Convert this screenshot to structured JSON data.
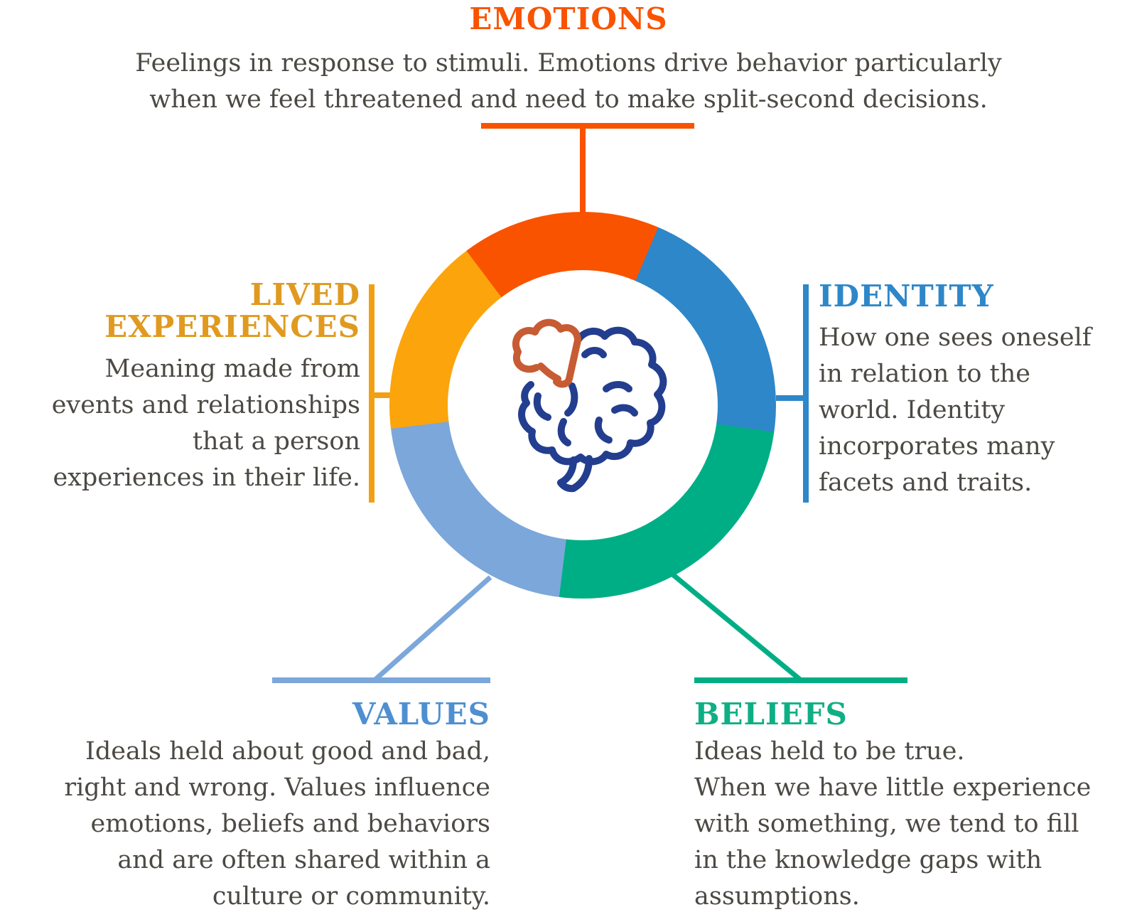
{
  "page": {
    "background_color": "#FFFFFF",
    "body_text_color": "#4C4944"
  },
  "diagram": {
    "wheel": {
      "inner_circle_color": "#FFFFFF",
      "segments": [
        {
          "label": "emotions",
          "color": "#F95300",
          "start": -37,
          "end": 23
        },
        {
          "label": "identity",
          "color": "#2E87C8",
          "start": 23,
          "end": 98
        },
        {
          "label": "beliefs",
          "color": "#00AE85",
          "start": 98,
          "end": 187
        },
        {
          "label": "values",
          "color": "#7BA7DB",
          "start": 187,
          "end": 263
        },
        {
          "label": "lived-experiences",
          "color": "#FCA40B",
          "start": 263,
          "end": 323
        }
      ]
    },
    "center_icon": {
      "name": "brain-icon",
      "outline_color": "#233E8F",
      "accent_color": "#C75B33"
    }
  },
  "sections": {
    "emotions": {
      "title": "EMOTIONS",
      "color": "#F95300",
      "line_color": "#F95300",
      "body_lines": [
        "Feelings in response to stimuli. Emotions drive behavior particularly",
        "when we feel threatened and need to make split-second decisions."
      ]
    },
    "lived_experiences": {
      "title_lines": [
        "LIVED",
        "EXPERIENCES"
      ],
      "color": "#DF9A1F",
      "line_color": "#F2A013",
      "body_lines": [
        "Meaning made from",
        "events and relationships",
        "that a person",
        "experiences in their life."
      ]
    },
    "identity": {
      "title": "IDENTITY",
      "color": "#2E87C8",
      "line_color": "#2E87C8",
      "body_lines": [
        "How one sees oneself",
        "in relation to the",
        "world. Identity",
        "incorporates many",
        "facets and traits."
      ]
    },
    "values": {
      "title": "VALUES",
      "color": "#4E8FD0",
      "line_color": "#7BA7DB",
      "body_lines": [
        "Ideals held about good and bad,",
        "right and wrong. Values influence",
        "emotions, beliefs and behaviors",
        "and are often shared within a",
        "culture or community."
      ]
    },
    "beliefs": {
      "title": "BELIEFS",
      "color": "#0FAF85",
      "line_color": "#00AE85",
      "body_lines": [
        "Ideas held to be true.",
        "When we have little experience",
        "with something, we tend to fill",
        "in the knowledge gaps with",
        "assumptions."
      ]
    }
  }
}
